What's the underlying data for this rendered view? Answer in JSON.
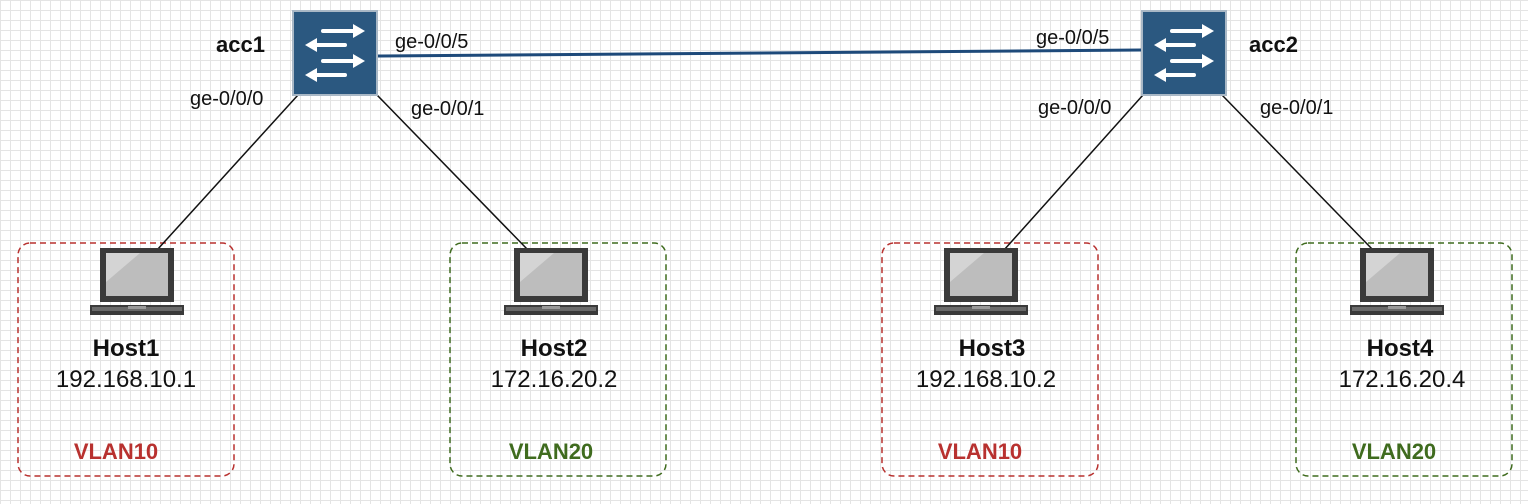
{
  "switches": [
    {
      "name": "acc1",
      "ports": {
        "uplink": "ge-0/0/5",
        "left": "ge-0/0/0",
        "right": "ge-0/0/1"
      }
    },
    {
      "name": "acc2",
      "ports": {
        "uplink": "ge-0/0/5",
        "left": "ge-0/0/0",
        "right": "ge-0/0/1"
      }
    }
  ],
  "hosts": [
    {
      "name": "Host1",
      "ip": "192.168.10.1",
      "vlan": "VLAN10"
    },
    {
      "name": "Host2",
      "ip": "172.16.20.2",
      "vlan": "VLAN20"
    },
    {
      "name": "Host3",
      "ip": "192.168.10.2",
      "vlan": "VLAN10"
    },
    {
      "name": "Host4",
      "ip": "172.16.20.4",
      "vlan": "VLAN20"
    }
  ],
  "colors": {
    "vlan10": "#b8312f",
    "vlan20": "#3f6b1e",
    "switch_fill": "#2b5880",
    "switch_border": "#a9b8c6",
    "trunk_link": "#1e4a7a",
    "access_link": "#111111"
  },
  "icons": {
    "switch": "network-switch-icon",
    "host": "laptop-icon"
  }
}
